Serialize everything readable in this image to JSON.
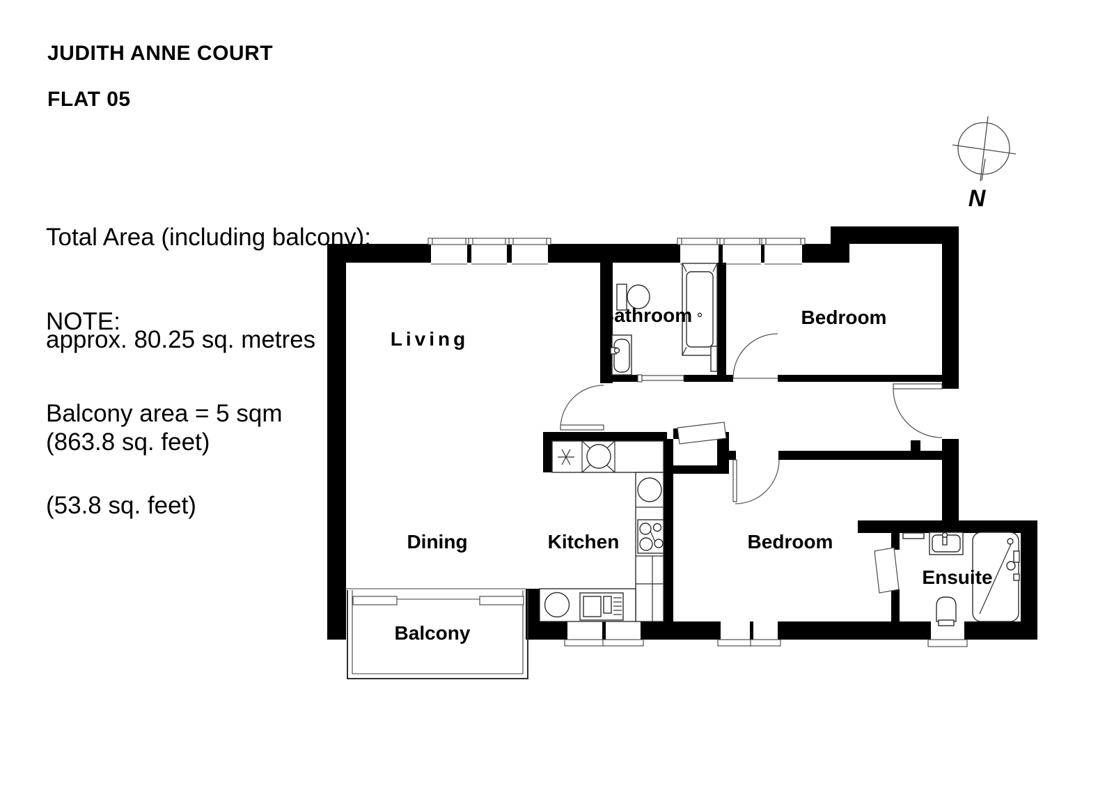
{
  "header": {
    "building_name": "JUDITH ANNE COURT",
    "flat_label": "FLAT 05"
  },
  "area_summary": {
    "line1": "Total Area (including balcony):",
    "line2": "approx. 80.25 sq. metres",
    "line3": "(863.8 sq. feet)"
  },
  "note": {
    "line1": "NOTE:",
    "line2": "Balcony area = 5 sqm",
    "line3": "(53.8 sq. feet)"
  },
  "compass": {
    "north_label": "N"
  },
  "floor_plan": {
    "rooms": {
      "living": "Living",
      "bathroom": "Bathroom",
      "bedroom_top": "Bedroom",
      "dining": "Dining",
      "kitchen": "Kitchen",
      "bedroom_bottom": "Bedroom",
      "ensuite": "Ensuite",
      "balcony": "Balcony"
    }
  },
  "colors": {
    "wall": "#000000",
    "background": "#ffffff",
    "fixture_line": "#2e2e2e",
    "door_line": "#5a5a5a"
  }
}
